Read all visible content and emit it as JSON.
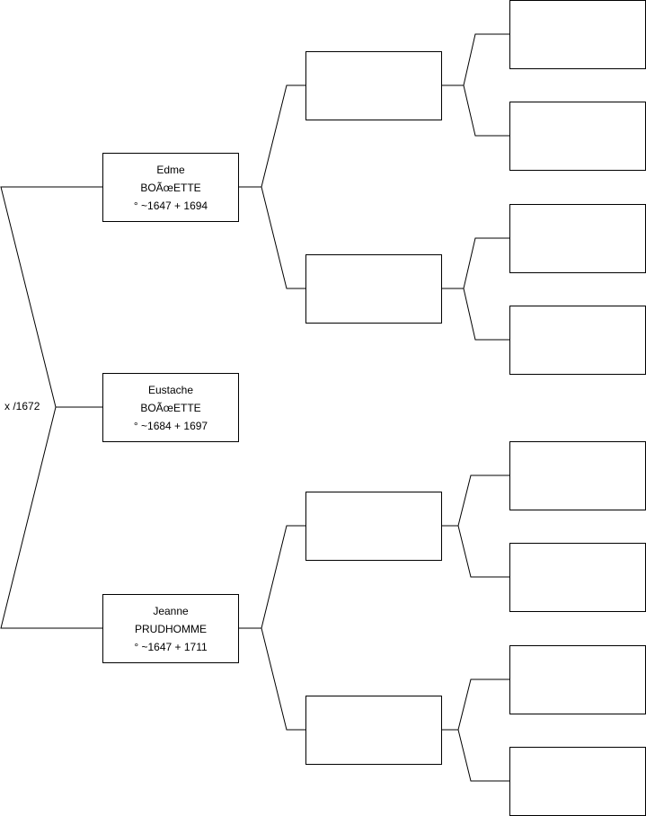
{
  "tree": {
    "marriage_label": "x /1672",
    "father": {
      "first_name": "Edme",
      "last_name": "BOÃœETTE",
      "dates": "° ~1647 + 1694"
    },
    "child": {
      "first_name": "Eustache",
      "last_name": "BOÃœETTE",
      "dates": "° ~1684 + 1697"
    },
    "mother": {
      "first_name": "Jeanne",
      "last_name": "PRUDHOMME",
      "dates": "° ~1647 + 1711"
    }
  }
}
